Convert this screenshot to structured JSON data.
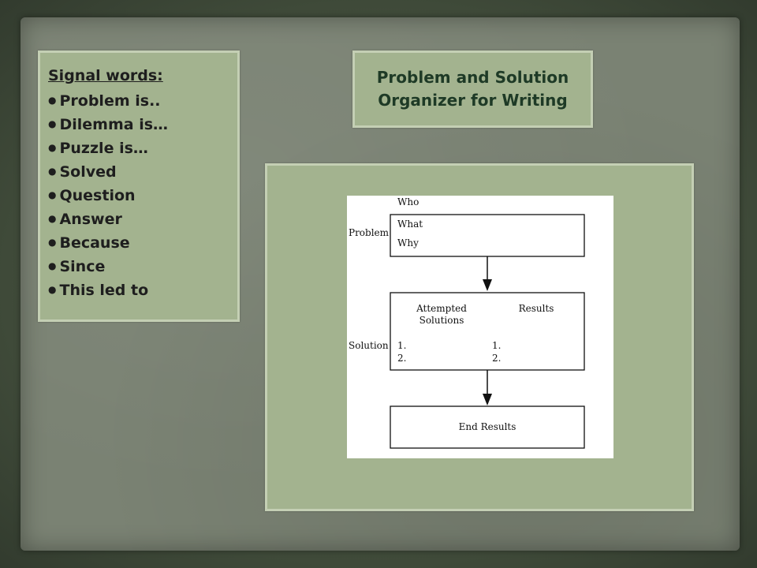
{
  "signal_words": {
    "heading": "Signal words:",
    "items": [
      "Problem is..",
      "Dilemma is…",
      "Puzzle is…",
      "Solved",
      "Question",
      "Answer",
      "Because",
      "Since",
      "This led to"
    ]
  },
  "title": {
    "line1": "Problem and Solution",
    "line2": "Organizer for Writing"
  },
  "diagram": {
    "problem_label": "Problem",
    "who": "Who",
    "what": "What",
    "why": "Why",
    "solution_label": "Solution",
    "attempted_line1": "Attempted",
    "attempted_line2": "Solutions",
    "results": "Results",
    "left_item1": "1.",
    "left_item2": "2.",
    "right_item1": "1.",
    "right_item2": "2.",
    "end_results": "End Results"
  },
  "colors": {
    "panel": "#a3b38f",
    "panel_border": "#c4cfb4",
    "background": "#7a8273",
    "title_text": "#1e3a26"
  }
}
